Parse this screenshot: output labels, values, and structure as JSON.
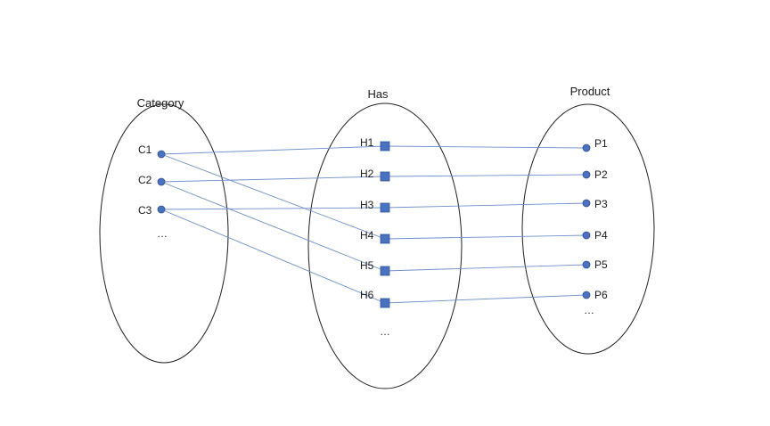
{
  "sets": [
    {
      "id": "category",
      "label": "Category",
      "more": "…"
    },
    {
      "id": "has",
      "label": "Has",
      "more": "…"
    },
    {
      "id": "product",
      "label": "Product",
      "more": "…"
    }
  ],
  "nodes": {
    "category": [
      "C1",
      "C2",
      "C3"
    ],
    "has": [
      "H1",
      "H2",
      "H3",
      "H4",
      "H5",
      "H6"
    ],
    "product": [
      "P1",
      "P2",
      "P3",
      "P4",
      "P5",
      "P6"
    ]
  },
  "links": [
    {
      "from": "C1",
      "via": "H1",
      "to": "P1"
    },
    {
      "from": "C2",
      "via": "H2",
      "to": "P2"
    },
    {
      "from": "C3",
      "via": "H3",
      "to": "P3"
    },
    {
      "from": "C1",
      "via": "H4",
      "to": "P4"
    },
    {
      "from": "C2",
      "via": "H5",
      "to": "P5"
    },
    {
      "from": "C3",
      "via": "H6",
      "to": "P6"
    }
  ],
  "colors": {
    "node_fill": "#4a72c4",
    "edge": "#6f8fc9",
    "outline": "#222222"
  }
}
